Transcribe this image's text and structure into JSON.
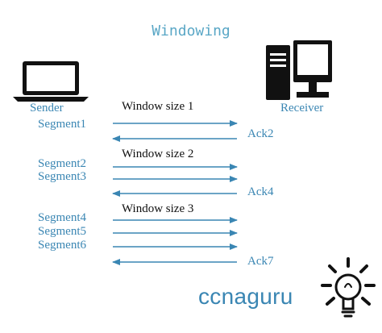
{
  "title": "Windowing",
  "sender_label": "Sender",
  "receiver_label": "Receiver",
  "segments": [
    "Segment1",
    "Segment2",
    "Segment3",
    "Segment4",
    "Segment5",
    "Segment6"
  ],
  "acks": [
    "Ack2",
    "Ack4",
    "Ack7"
  ],
  "window_sizes": [
    "Window size 1",
    "Window size 2",
    "Window size 3"
  ],
  "brand": "ccnaguru",
  "colors": {
    "accent": "#3a86b3",
    "title": "#5aa7c6",
    "device": "#111111"
  },
  "icons": [
    "laptop-icon",
    "desktop-computer-icon",
    "lightbulb-icon"
  ]
}
